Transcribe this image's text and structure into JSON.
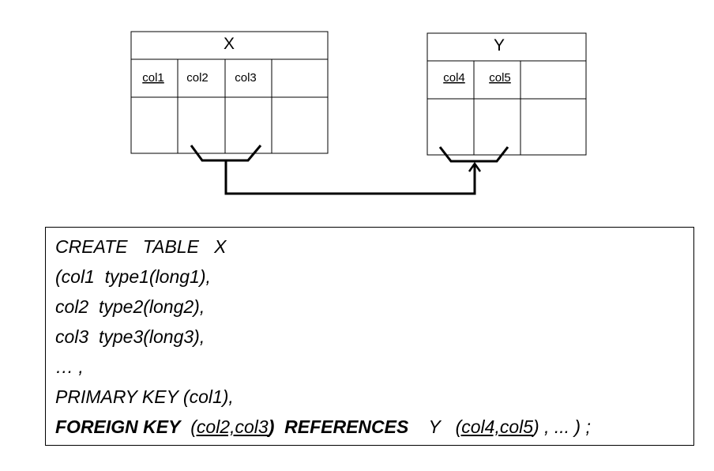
{
  "table_x": {
    "name": "X",
    "columns": [
      {
        "label": "col1",
        "underlined": true
      },
      {
        "label": "col2",
        "underlined": false
      },
      {
        "label": "col3",
        "underlined": false
      }
    ]
  },
  "table_y": {
    "name": "Y",
    "columns": [
      {
        "label": "col4",
        "underlined": true
      },
      {
        "label": "col5",
        "underlined": true
      }
    ]
  },
  "sql": {
    "line1": "CREATE   TABLE   X",
    "line2": "(col1  type1(long1),",
    "line3": "col2  type2(long2),",
    "line4": "col3  type3(long3),",
    "line5": "… ,",
    "line6": "PRIMARY KEY (col1),",
    "line7": {
      "foreign_key": "FOREIGN KEY",
      "fk_cols": "(col2,col3",
      "fk_close": ")",
      "references": "REFERENCES",
      "ref_table": "Y",
      "ref_cols": "(col4,col5",
      "tail": ") , ... ) ;"
    }
  },
  "colors": {
    "stroke": "#000000",
    "background": "#ffffff"
  }
}
